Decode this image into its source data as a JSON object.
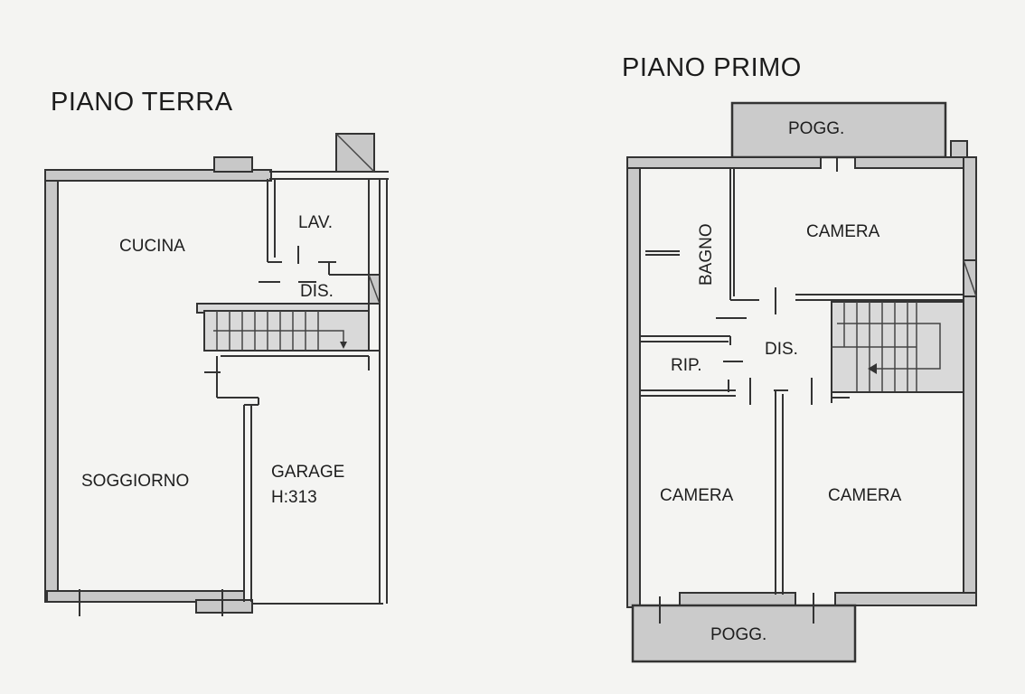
{
  "ground_floor": {
    "title": "PIANO TERRA",
    "rooms": {
      "cucina": "CUCINA",
      "lav": "LAV.",
      "dis": "DIS.",
      "soggiorno": "SOGGIORNO",
      "garage": "GARAGE",
      "garage_height": "H:313"
    }
  },
  "first_floor": {
    "title": "PIANO PRIMO",
    "rooms": {
      "pogg_top": "POGG.",
      "bagno": "BAGNO",
      "camera_top": "CAMERA",
      "dis": "DIS.",
      "rip": "RIP.",
      "camera_left": "CAMERA",
      "camera_right": "CAMERA",
      "pogg_bottom": "POGG."
    }
  }
}
